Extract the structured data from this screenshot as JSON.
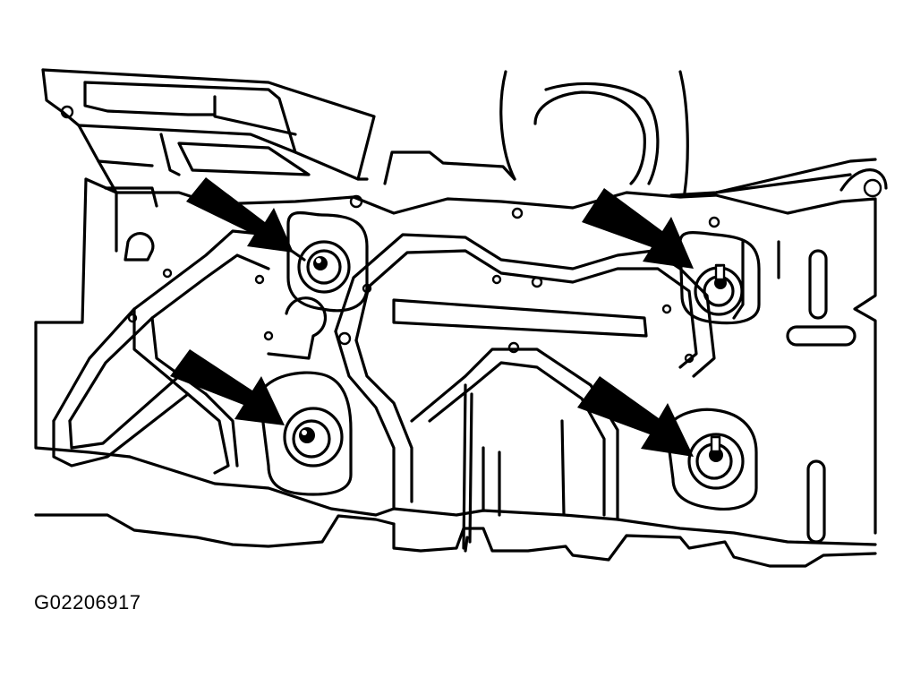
{
  "figure": {
    "code": "G02206917"
  },
  "colors": {
    "line": "#000000",
    "background": "#ffffff"
  },
  "callouts": [
    {
      "name": "arrow-top-left",
      "target": "stud-top-left"
    },
    {
      "name": "arrow-top-right",
      "target": "stud-top-right"
    },
    {
      "name": "arrow-bottom-left",
      "target": "stud-bottom-left"
    },
    {
      "name": "arrow-bottom-right",
      "target": "stud-bottom-right"
    }
  ]
}
